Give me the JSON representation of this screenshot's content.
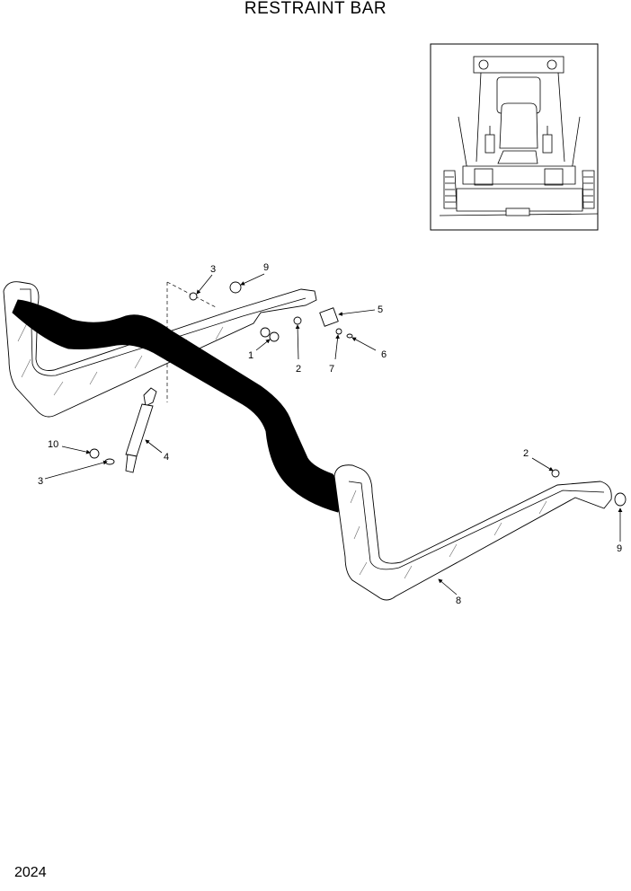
{
  "title": "RESTRAINT BAR",
  "page_number": "2024",
  "callouts": {
    "c1": "1",
    "c2a": "2",
    "c2b": "2",
    "c3a": "3",
    "c3b": "3",
    "c4": "4",
    "c5": "5",
    "c6": "6",
    "c7": "7",
    "c8": "8",
    "c9a": "9",
    "c9b": "9",
    "c10": "10"
  }
}
